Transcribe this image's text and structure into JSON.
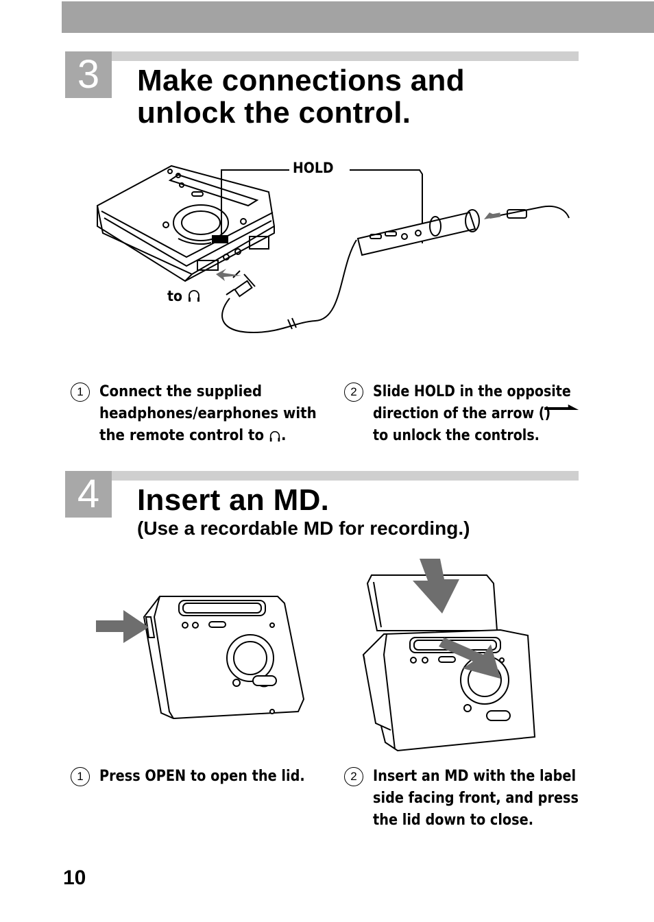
{
  "section3": {
    "step": "3",
    "title_line1": "Make connections and",
    "title_line2": "unlock the control.",
    "labels": {
      "hold": "HOLD",
      "to": "to"
    },
    "steps": [
      {
        "num": "1",
        "lines": [
          "Connect the supplied",
          "headphones/earphones with",
          "the remote control to"
        ],
        "last_suffix": "."
      },
      {
        "num": "2",
        "line1": "Slide HOLD in the opposite",
        "line2_pre": "direction of the arrow (",
        "line2_post": ")",
        "line3": "to unlock the controls."
      }
    ]
  },
  "section4": {
    "step": "4",
    "title": "Insert an MD.",
    "subtitle": "(Use a recordable MD for recording.)",
    "steps": [
      {
        "num": "1",
        "lines": [
          "Press OPEN to open the lid."
        ]
      },
      {
        "num": "2",
        "lines": [
          "Insert an MD with the label",
          "side facing front, and press",
          "the lid down to close."
        ]
      }
    ]
  },
  "page_number": "10",
  "icons": {
    "headphone": "headphone-icon",
    "arrow": "arrow-right-icon"
  },
  "colors": {
    "band": "#a3a3a3",
    "bar": "#cfcfcf",
    "step_box": "#a8a8a8",
    "arrow": "#6e6e6e"
  }
}
